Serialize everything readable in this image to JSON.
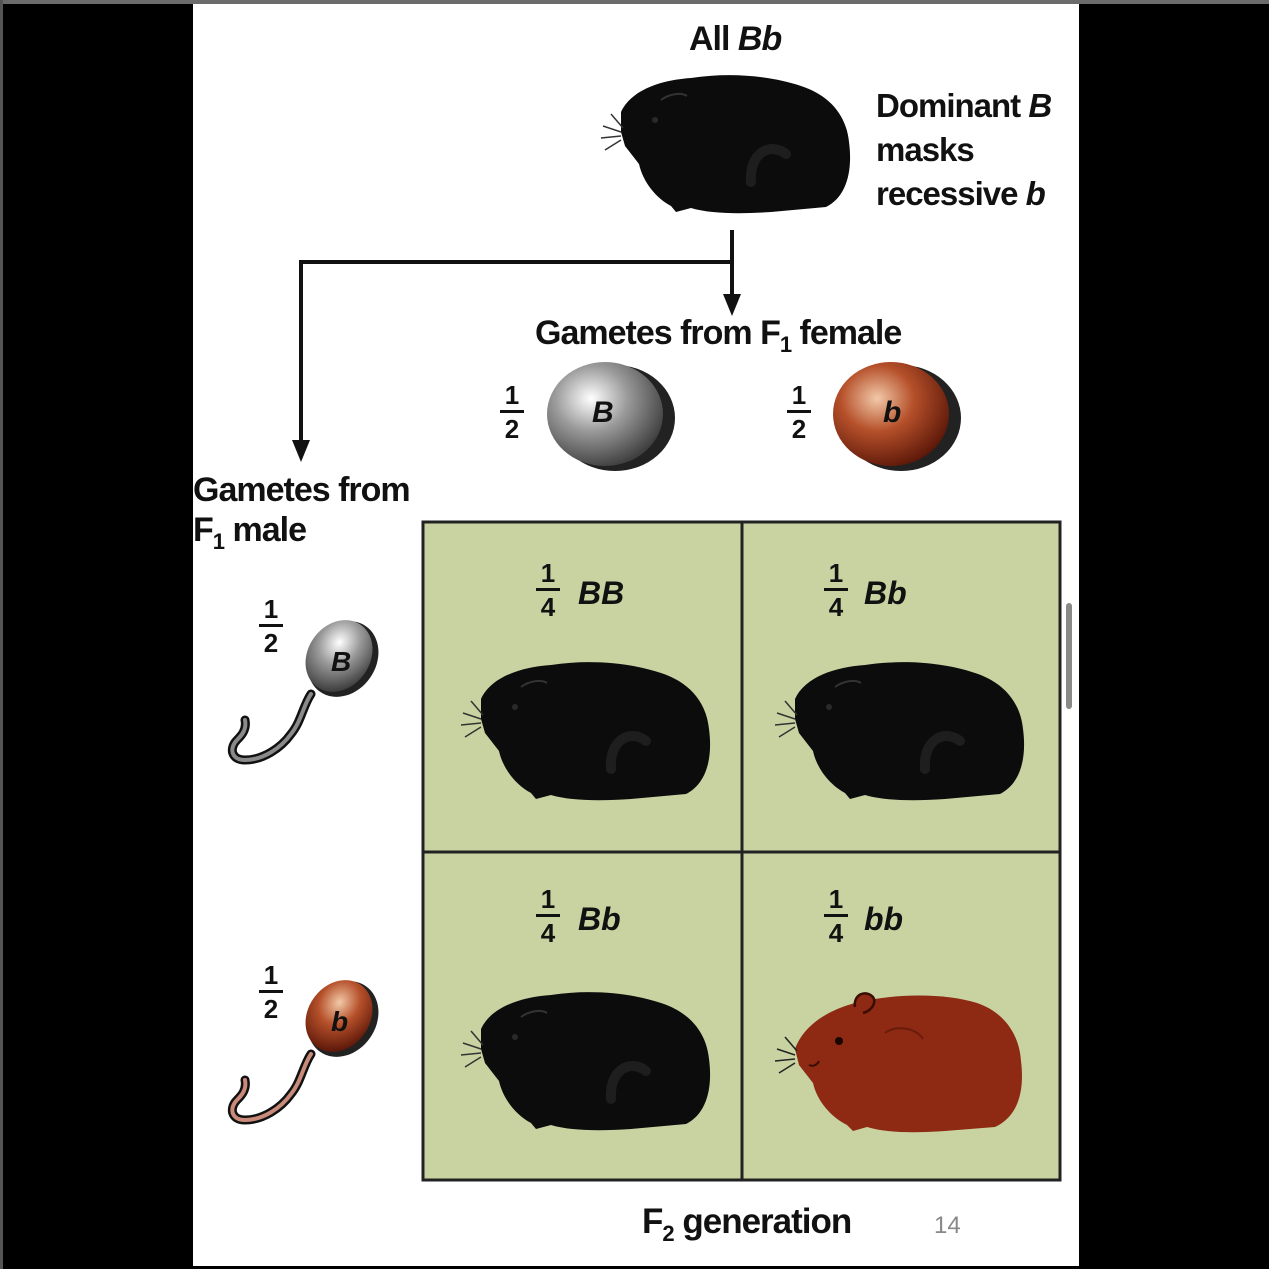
{
  "parent": {
    "label_prefix": "All ",
    "genotype": "Bb"
  },
  "note": {
    "line1_prefix": "Dominant ",
    "line1_allele": "B",
    "line2": "masks",
    "line3_prefix": "recessive ",
    "line3_allele": "b"
  },
  "female_gametes": {
    "title_prefix": "Gametes from F",
    "title_sub": "1",
    "title_suffix": " female",
    "items": [
      {
        "allele": "B",
        "fraction": {
          "num": "1",
          "den": "2"
        },
        "color": "#6e6e6e"
      },
      {
        "allele": "b",
        "fraction": {
          "num": "1",
          "den": "2"
        },
        "color": "#a33a1c"
      }
    ]
  },
  "male_gametes": {
    "title_line1": "Gametes from",
    "title_line2_prefix": "F",
    "title_sub": "1",
    "title_line2_suffix": " male",
    "items": [
      {
        "allele": "B",
        "fraction": {
          "num": "1",
          "den": "2"
        },
        "color": "#6e6e6e"
      },
      {
        "allele": "b",
        "fraction": {
          "num": "1",
          "den": "2"
        },
        "color": "#a33a1c"
      }
    ]
  },
  "punnett": {
    "background": "#c8d3a1",
    "cells": [
      {
        "fraction": {
          "num": "1",
          "den": "4"
        },
        "genotype": "BB",
        "phenotype": "black"
      },
      {
        "fraction": {
          "num": "1",
          "den": "4"
        },
        "genotype": "Bb",
        "phenotype": "black"
      },
      {
        "fraction": {
          "num": "1",
          "den": "4"
        },
        "genotype": "Bb",
        "phenotype": "black"
      },
      {
        "fraction": {
          "num": "1",
          "den": "4"
        },
        "genotype": "bb",
        "phenotype": "brown"
      }
    ]
  },
  "caption": {
    "prefix": "F",
    "sub": "2",
    "suffix": " generation"
  },
  "page_number": "14",
  "colors": {
    "black_fur": "#0c0c0c",
    "brown_fur": "#8e2a14",
    "grid": "#222222"
  }
}
